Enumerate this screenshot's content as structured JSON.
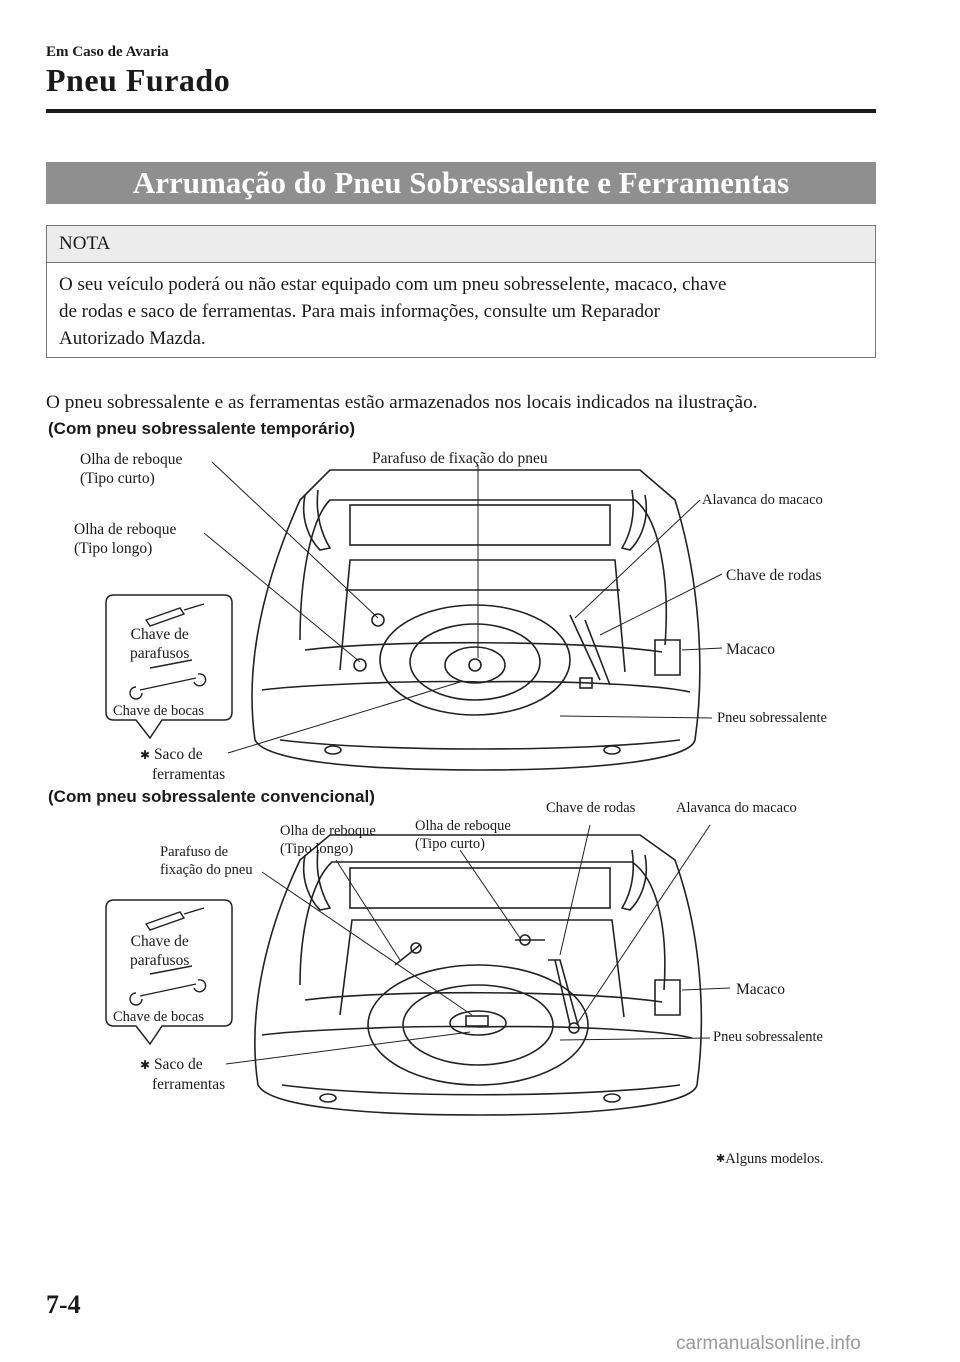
{
  "header": {
    "section": "Em Caso de Avaria",
    "title": "Pneu Furado"
  },
  "banner": "Arrumação do Pneu Sobressalente e Ferramentas",
  "note": {
    "heading": "NOTA",
    "lines": [
      "O seu veículo poderá ou não estar equipado com um pneu sobresselente, macaco, chave",
      "de rodas e saco de ferramentas. Para mais informações, consulte um Reparador",
      "Autorizado Mazda."
    ]
  },
  "intro": "O pneu sobressalente e as ferramentas estão armazenados nos locais indicados na ilustração.",
  "figure1": {
    "caption": "(Com pneu sobressalente temporário)",
    "labels": {
      "tow_short_1": "Olha de reboque",
      "tow_short_2": "(Tipo curto)",
      "tow_long_1": "Olha de reboque",
      "tow_long_2": "(Tipo longo)",
      "bolt": "Parafuso de fixação do pneu",
      "jack_lever": "Alavanca do macaco",
      "lug_wrench": "Chave de rodas",
      "jack": "Macaco",
      "spare": "Pneu sobressalente",
      "screwdriver_1": "Chave de",
      "screwdriver_2": "parafusos",
      "spanner": "Chave de bocas",
      "bag_1": "Saco de",
      "bag_2": "ferramentas"
    }
  },
  "figure2": {
    "caption": "(Com pneu sobressalente convencional)",
    "labels": {
      "bolt_1": "Parafuso de",
      "bolt_2": "fixação do pneu",
      "tow_long_1": "Olha de reboque",
      "tow_long_2": "(Tipo longo)",
      "tow_short_1": "Olha de reboque",
      "tow_short_2": "(Tipo curto)",
      "lug_wrench": "Chave de rodas",
      "jack_lever": "Alavanca do macaco",
      "jack": "Macaco",
      "spare": "Pneu sobressalente",
      "screwdriver_1": "Chave de",
      "screwdriver_2": "parafusos",
      "spanner": "Chave de bocas",
      "bag_1": "Saco de",
      "bag_2": "ferramentas"
    }
  },
  "footnote": "Alguns modelos.",
  "asterisk": "✱",
  "page_number": "7-4",
  "watermark": "carmanualsonline.info"
}
